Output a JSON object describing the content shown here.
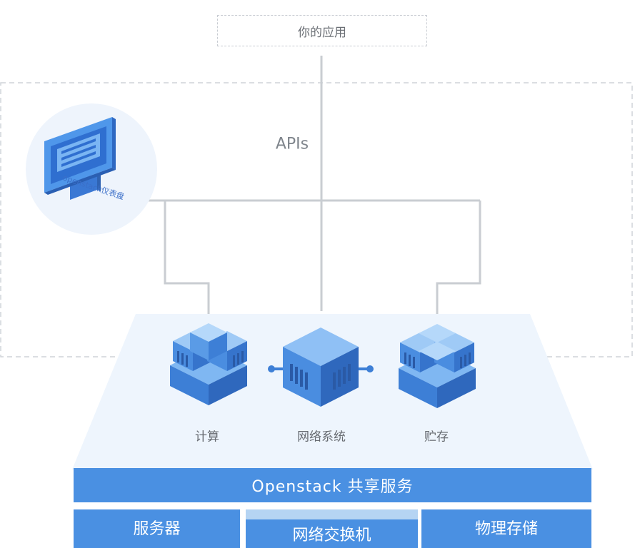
{
  "app_box": {
    "label": "你的应用"
  },
  "apis": {
    "label": "APIs"
  },
  "dashboard": {
    "label": "openstack仪表盘",
    "icon": "monitor-icon"
  },
  "services": [
    {
      "label": "计算",
      "icon": "compute-cubes-icon"
    },
    {
      "label": "网络系统",
      "icon": "network-cube-icon"
    },
    {
      "label": "贮存",
      "icon": "storage-cubes-icon"
    }
  ],
  "shared_services": {
    "label": "Openstack 共享服务"
  },
  "hardware": {
    "server": "服务器",
    "switch": "网络交换机",
    "physical_storage": "物理存储"
  },
  "colors": {
    "primary_blue": "#4a90e2",
    "light_blue": "#b5d4f3",
    "platform": "#eef5fd",
    "line_gray": "#c9cdd2",
    "dashed_gray": "#cfd3d8"
  }
}
